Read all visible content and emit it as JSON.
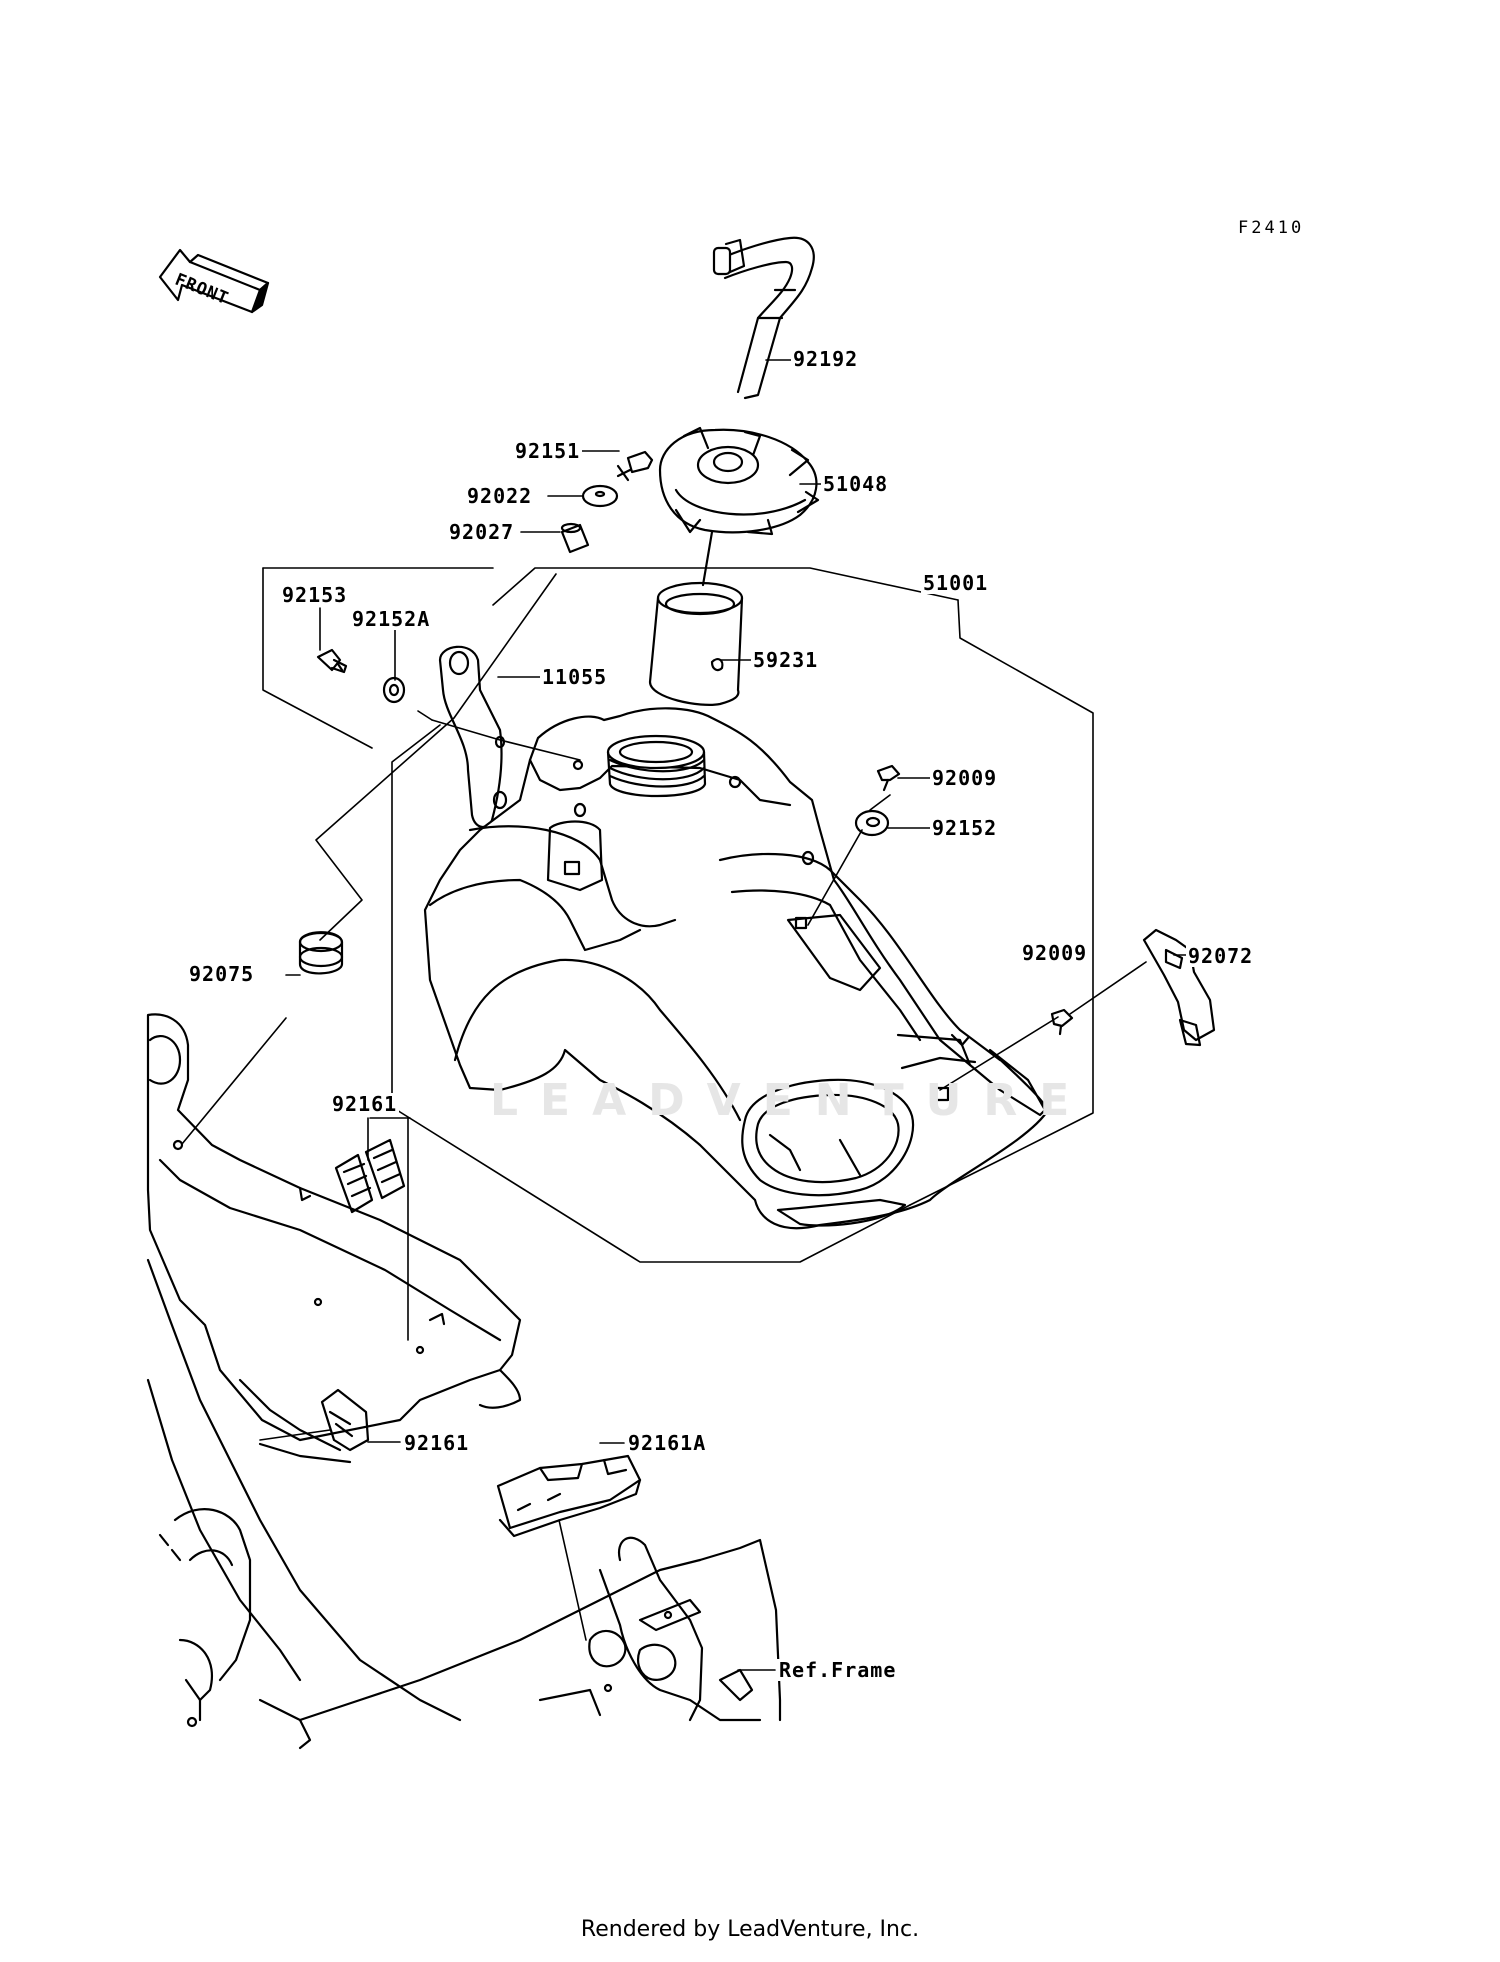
{
  "diagram_code": "F2410",
  "front_arrow_text": "FRONT",
  "watermark": "LEADVENTURE",
  "parts": [
    {
      "id": "p92192",
      "number": "92192"
    },
    {
      "id": "p92151",
      "number": "92151"
    },
    {
      "id": "p51048",
      "number": "51048"
    },
    {
      "id": "p92022",
      "number": "92022"
    },
    {
      "id": "p92027",
      "number": "92027"
    },
    {
      "id": "p51001",
      "number": "51001"
    },
    {
      "id": "p92153",
      "number": "92153"
    },
    {
      "id": "p92152A",
      "number": "92152A"
    },
    {
      "id": "p11055",
      "number": "11055"
    },
    {
      "id": "p59231",
      "number": "59231"
    },
    {
      "id": "p92009a",
      "number": "92009"
    },
    {
      "id": "p92152",
      "number": "92152"
    },
    {
      "id": "p92009b",
      "number": "92009"
    },
    {
      "id": "p92072",
      "number": "92072"
    },
    {
      "id": "p92075",
      "number": "92075"
    },
    {
      "id": "p92161a",
      "number": "92161"
    },
    {
      "id": "p92161b",
      "number": "92161"
    },
    {
      "id": "p92161A",
      "number": "92161A"
    }
  ],
  "ref_frame_label": "Ref.Frame",
  "footer": "Rendered by LeadVenture, Inc."
}
